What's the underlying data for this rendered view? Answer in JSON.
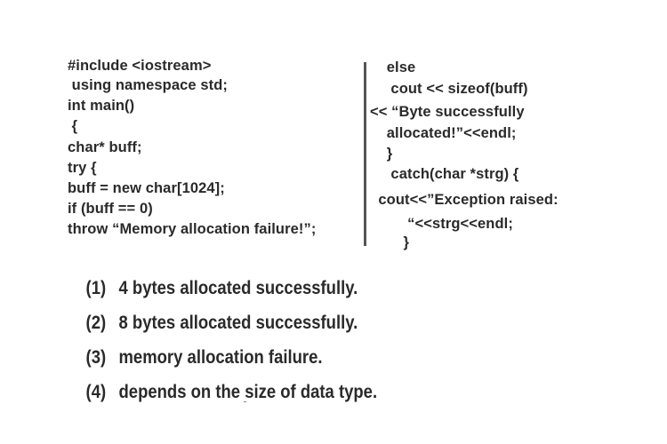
{
  "code_left": [
    "#include <iostream>",
    " using namespace std;",
    "int main()",
    " {",
    "char* buff;",
    "try {",
    "buff = new char[1024];",
    "if (buff == 0)",
    "throw “Memory allocation failure!”;"
  ],
  "code_right": [
    "    else",
    "     cout << sizeof(buff)",
    "<< “Byte successfully",
    "    allocated!”<<endl;",
    "    }",
    "     catch(char *strg) {",
    "  cout<<”Exception raised:",
    "         “<<strg<<endl;",
    "        }"
  ],
  "options": [
    {
      "num": "(1)",
      "text": "4 bytes allocated successfully."
    },
    {
      "num": "(2)",
      "text": "8 bytes allocated successfully."
    },
    {
      "num": "(3)",
      "text": "memory allocation failure."
    },
    {
      "num": "(4)",
      "text": "depends on the size of data type."
    }
  ]
}
